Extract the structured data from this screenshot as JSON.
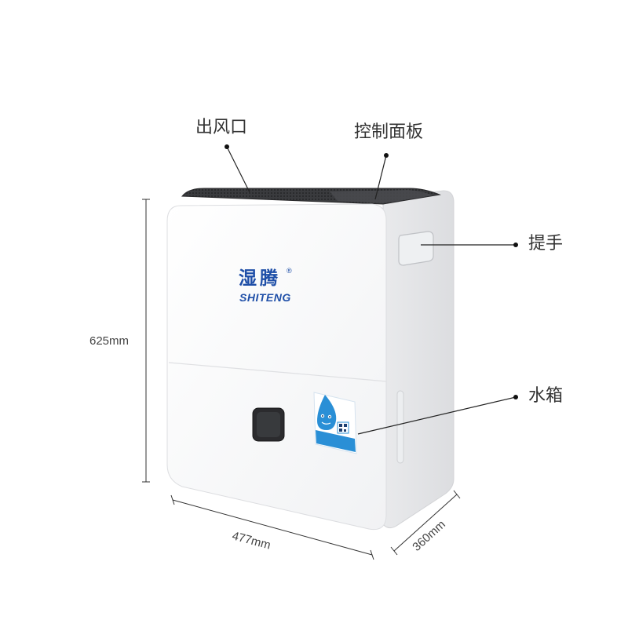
{
  "callouts": {
    "air_outlet": "出风口",
    "control_panel": "控制面板",
    "handle": "提手",
    "water_tank": "水箱"
  },
  "dimensions": {
    "height": "625mm",
    "width": "477mm",
    "depth": "360mm"
  },
  "brand": {
    "name_cn": "湿腾",
    "registered_mark": "®",
    "name_en": "SHITENG"
  },
  "colors": {
    "body": "#f7f7f8",
    "top_grille": "#3d3d40",
    "brand_blue": "#1f4fa8",
    "sticker_blue": "#2a8fd6",
    "callout_line": "#222222"
  }
}
